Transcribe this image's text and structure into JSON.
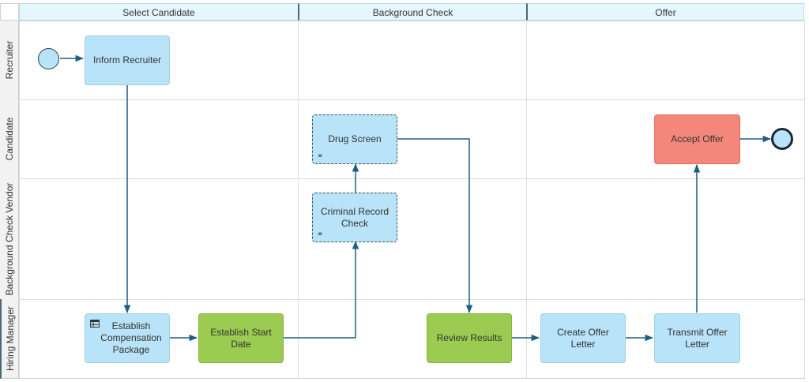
{
  "phases": [
    "Select Candidate",
    "Background Check",
    "Offer"
  ],
  "lanes": [
    "Recruiter",
    "Candidate",
    "Background Check Vendor",
    "Hiring Manager"
  ],
  "tasks": {
    "inform_recruiter": "Inform Recruiter",
    "drug_screen": "Drug Screen",
    "criminal_record_check": "Criminal Record Check",
    "accept_offer": "Accept Offer",
    "establish_compensation": "Establish Compensation Package",
    "establish_start_date": "Establish Start Date",
    "review_results": "Review Results",
    "create_offer_letter": "Create Offer Letter",
    "transmit_offer_letter": "Transmit Offer Letter"
  },
  "colors": {
    "activity": "#b8e3f8",
    "highlight_green": "#9ccb52",
    "highlight_red": "#f4877b",
    "connector": "#1f5f85",
    "header_bg": "#e6f6fd"
  },
  "icons": {
    "subprocess_marker": "link-icon",
    "business_rule": "table-icon"
  }
}
